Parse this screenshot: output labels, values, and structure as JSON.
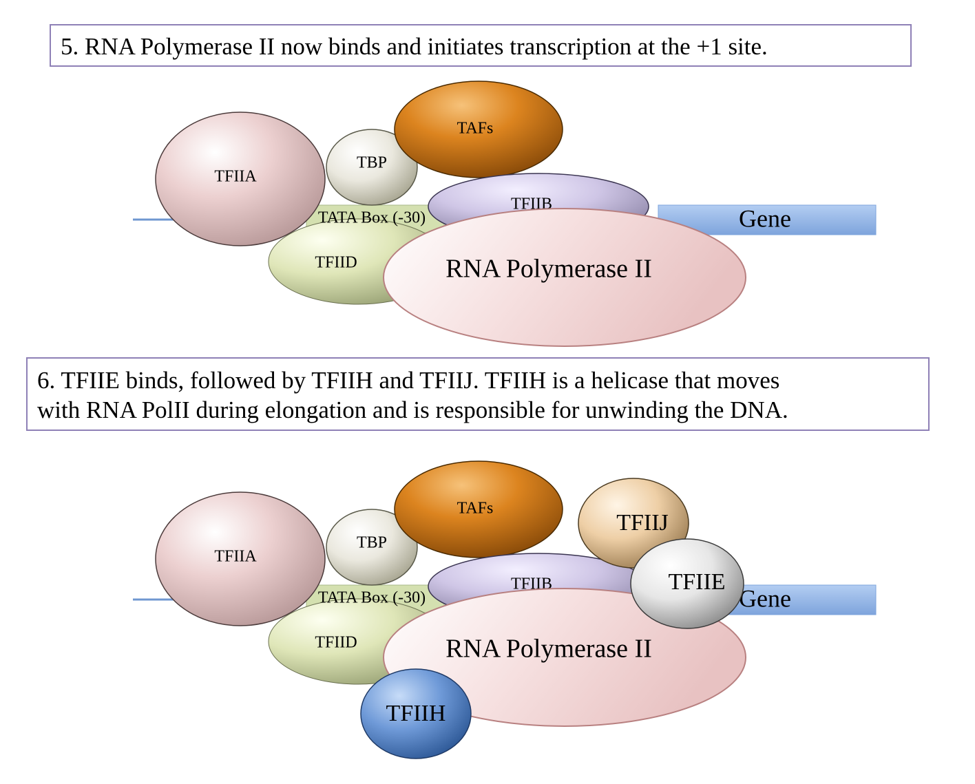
{
  "step5": {
    "caption": "5. RNA Polymerase II now binds and initiates transcription at the +1 site."
  },
  "step6": {
    "caption_line1": "6. TFIIE binds, followed by TFIIH and TFIIJ. TFIIH is a helicase that moves",
    "caption_line2": "with RNA PolII during elongation and is responsible for unwinding the DNA."
  },
  "labels": {
    "tfiia": "TFIIA",
    "tbp": "TBP",
    "tafs": "TAFs",
    "tfiib": "TFIIB",
    "tata": "TATA Box (-30)",
    "tfiid": "TFIID",
    "gene": "Gene",
    "polii": "RNA Polymerase II",
    "tfiij": "TFIIJ",
    "tfiie": "TFIIE",
    "tfiih": "TFIIH"
  },
  "colors": {
    "tfiia": "#e8c6c6",
    "tbp": "#e8e6dc",
    "tafs": "#dc841f",
    "tfiib": "#cfc6e6",
    "tata": "#d4e0b0",
    "tfiid": "#dfe6b8",
    "gene": "#8fb3e6",
    "polii": "#f2d0d0",
    "tfiij": "#eecfa6",
    "tfiie": "#e6e6e6",
    "tfiih": "#6f9ad8",
    "dna": "#6f97d0",
    "border": "#8e80b6"
  }
}
